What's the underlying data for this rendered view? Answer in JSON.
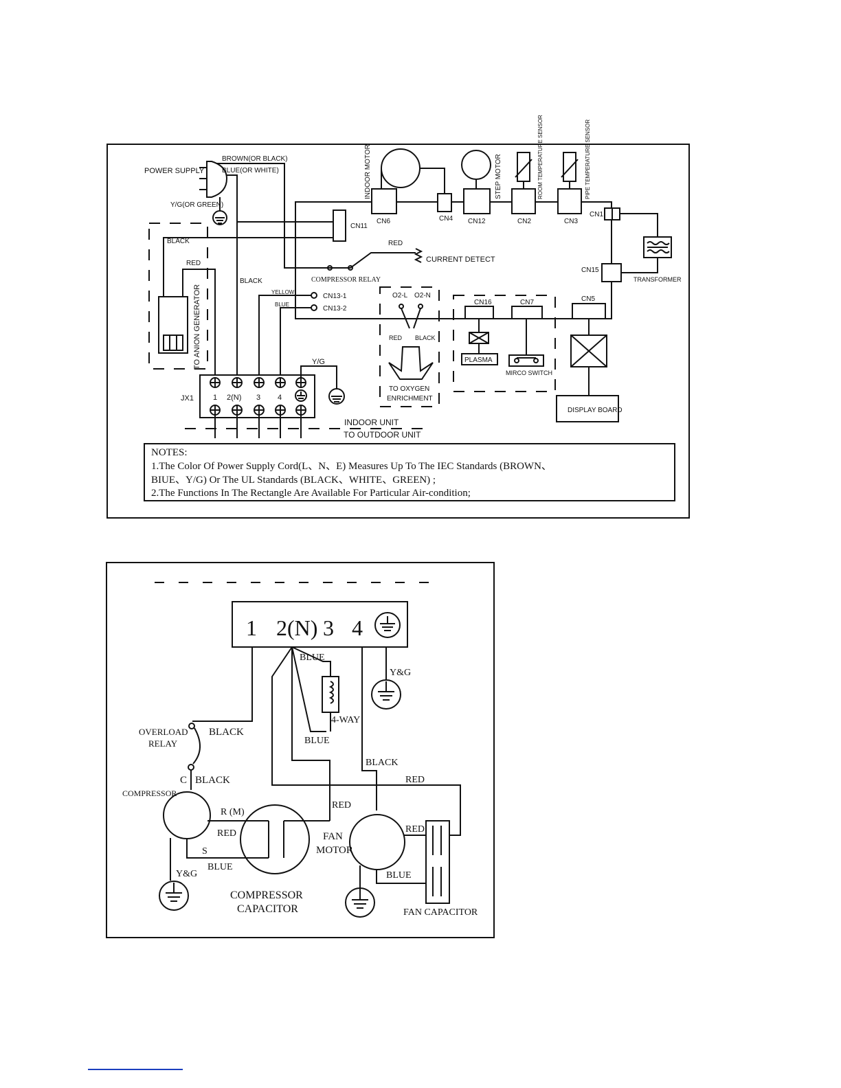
{
  "indoor": {
    "power_supply": "POWER SUPPLY",
    "brown_or_black": "BROWN(OR BLACK)",
    "blue_or_white": "BLUE(OR WHITE)",
    "yg_or_green": "Y/G(OR GREEN)",
    "black_1": "BLACK",
    "red_1": "RED",
    "black_2": "BLACK",
    "cn11": "CN11",
    "indoor_motor": "INDOOR MOTOR",
    "step_motor": "STEP MOTOR",
    "room_sensor": "ROOM TEMPERATURE SENSOR",
    "pipe_sensor": "PIPE TEMPERATURE SENSOR",
    "cn6": "CN6",
    "cn4": "CN4",
    "cn12": "CN12",
    "cn2": "CN2",
    "cn3": "CN3",
    "cn1": "CN1",
    "cn15": "CN15",
    "transformer": "TRANSFORMER",
    "red_current": "RED",
    "current_detect": "CURRENT DETECT",
    "compressor_relay": "COMPRESSOR RELAY",
    "yellow": "YELLOW",
    "blue": "BLUE",
    "cn13_1": "CN13-1",
    "cn13_2": "CN13-2",
    "anion": "TO ANION GENERATOR",
    "o2l": "O2-L",
    "o2n": "O2-N",
    "red_o2": "RED",
    "black_o2": "BLACK",
    "to_oxygen": "TO OXYGEN",
    "enrichment": "ENRICHMENT",
    "cn16": "CN16",
    "cn7": "CN7",
    "cn5": "CN5",
    "plasma": "PLASMA",
    "micro_switch": "MIRCO SWITCH",
    "display_board": "DISPLAY BOARD",
    "yg": "Y/G",
    "jx1": "JX1",
    "terminals": [
      "1",
      "2(N)",
      "3",
      "4"
    ],
    "indoor_unit": "INDOOR UNIT",
    "to_outdoor_unit": "TO OUTDOOR UNIT",
    "notes": [
      "NOTES:",
      "1.The Color Of Power Supply Cord(L、N、E) Measures Up To The IEC Standards (BROWN、",
      "BIUE、Y/G) Or The UL Standards (BLACK、WHITE、GREEN) ;",
      "2.The Functions In The Rectangle Are Available For Particular Air-condition;"
    ]
  },
  "outdoor": {
    "terminals": [
      "1",
      "2(N)",
      "3",
      "4"
    ],
    "blue_top": "BLUE",
    "blue_mid": "BLUE",
    "four_way": "4-WAY",
    "yg_top": "Y&G",
    "overload": "OVERLOAD",
    "relay": "RELAY",
    "black_overload": "BLACK",
    "c_label": "C",
    "black_c": "BLACK",
    "black_fan": "BLACK",
    "red_top": "RED",
    "compressor": "COMPRESSOR",
    "r_m": "R (M)",
    "red_r": "RED",
    "red_cap": "RED",
    "s_label": "S",
    "blue_s": "BLUE",
    "yg_comp": "Y&G",
    "fan": "FAN",
    "motor": "MOTOR",
    "red_fan": "RED",
    "blue_fan": "BLUE",
    "comp_cap_1": "COMPRESSOR",
    "comp_cap_2": "CAPACITOR",
    "fan_capacitor": "FAN CAPACITOR"
  }
}
